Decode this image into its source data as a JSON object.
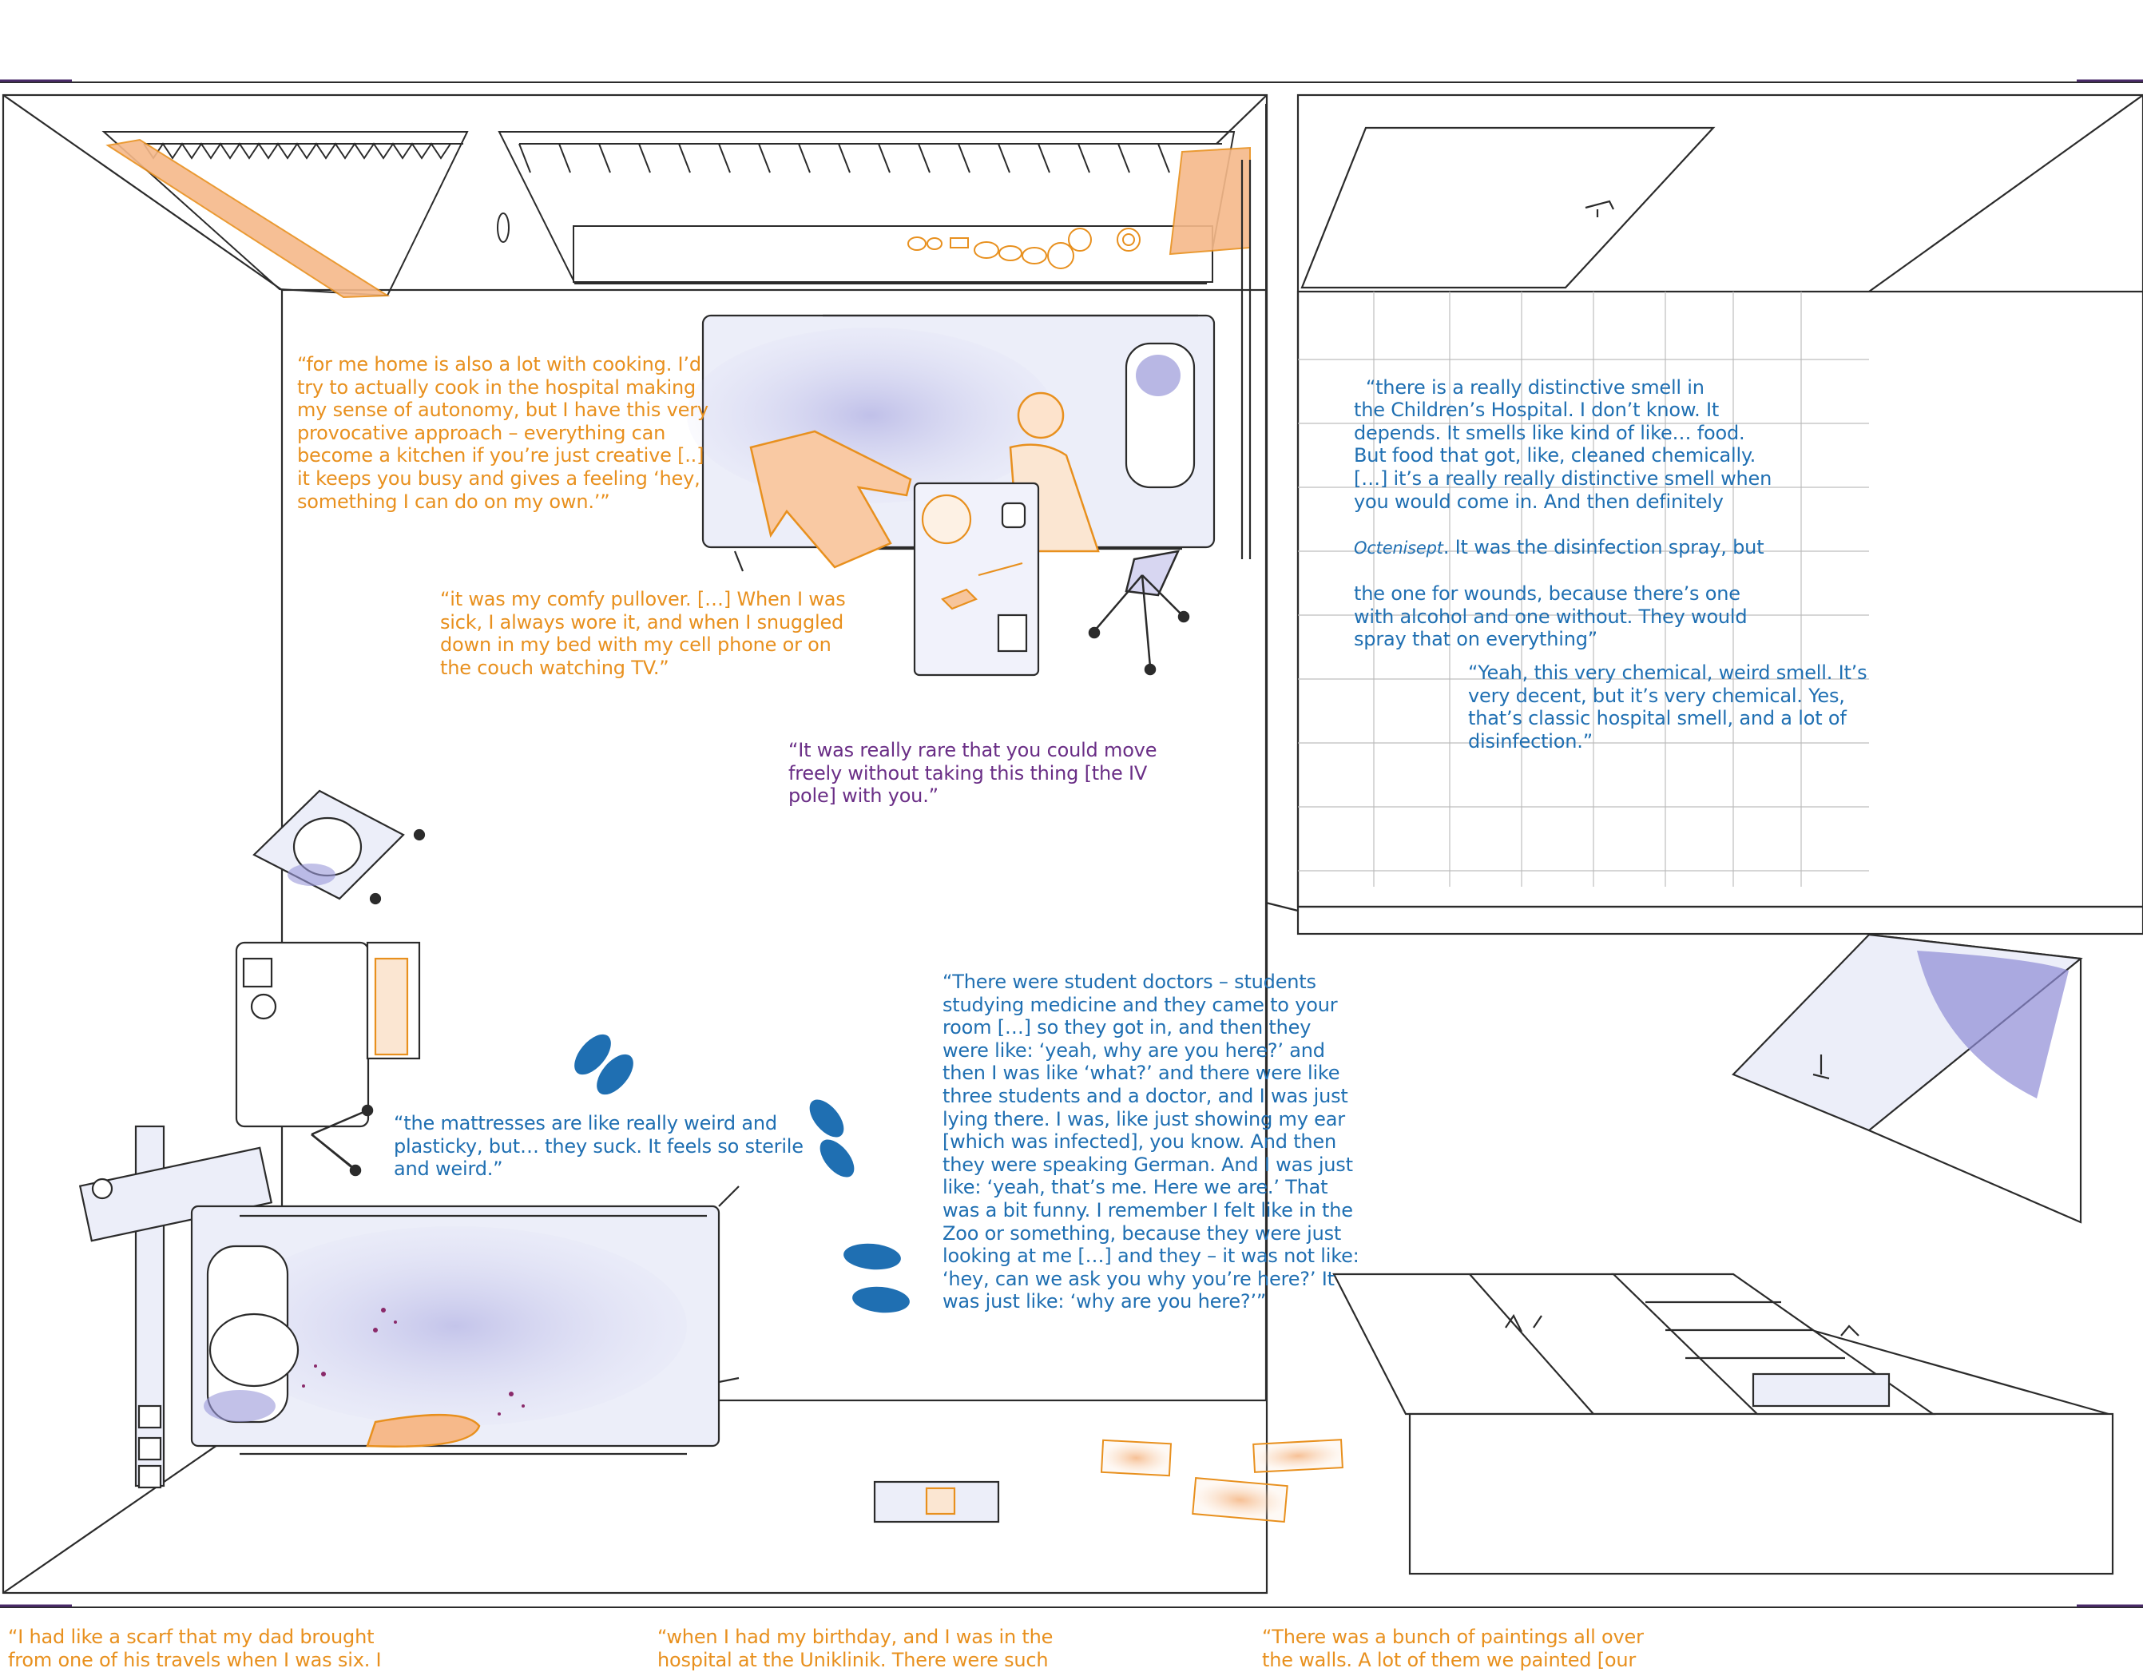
{
  "title_fragment": "",
  "colors": {
    "orange": "#e8901e",
    "blue": "#1f6fb2",
    "purple": "#6a2e86",
    "lavender": "#9a98d8",
    "line": "#2b2b2b",
    "frame": "#4a2a6a"
  },
  "quotes": {
    "cooking": "“for me home is also a lot with cooking. I’d\ntry to actually cook in the hospital making\nmy sense of autonomy, but I have this very\nprovocative approach – everything can\nbecome a kitchen if you’re just creative [..]\nit keeps you busy and gives a feeling ‘hey,\nsomething I can do on my own.’”",
    "pullover": "“it was my comfy pullover. […] When I was\nsick, I always wore it, and when I snuggled\ndown in my bed with my cell phone or on\nthe couch watching TV.”",
    "iv_pole": "“It was really rare that you could move\nfreely without taking this thing [the IV\npole] with you.”",
    "smell_part1": "“there is a really distinctive smell in\nthe Children’s Hospital. I don’t know. It\ndepends. It smells like kind of like… food.\nBut food that got, like, cleaned chemically.\n[…] it’s a really really distinctive smell when\nyou would come in. And then definitely",
    "smell_brand": "Octenisept",
    "smell_part2": ". It was the disinfection spray, but",
    "smell_part3": "the one for wounds, because there’s one\nwith alcohol and one without. They would\nspray that on everything”",
    "chemical": "“Yeah, this very chemical, weird smell. It’s\nvery decent, but it’s very chemical. Yes,\nthat’s classic hospital smell, and a lot of\ndisinfection.”",
    "students": "“There were student doctors – students\nstudying medicine and they came to your\nroom […] so they got in, and then they\nwere like: ‘yeah, why are you here?’ and\nthen I was like ‘what?’ and there were like\nthree students and a doctor, and I was just\nlying there. I was, like just showing my ear\n[which was infected], you know. And then\nthey were speaking German. And I was just\nlike: ‘yeah, that’s me. Here we are.’ That\nwas a bit funny. I remember I felt like in the\nZoo or something, because they were just\nlooking at me […] and they – it was not like:\n‘hey, can we ask you why you’re here?’ It\nwas just like: ‘why are you here?’”",
    "mattresses": "“the mattresses are like really weird and\nplasticky, but… they suck. It feels so sterile\nand weird.”",
    "scarf": "“I had like a scarf that my dad brought\nfrom one of his travels when I was six. I",
    "birthday": "“when I had my birthday, and I was in the\nhospital at the Uniklinik. There were such",
    "paintings": "“There was a bunch of paintings all over\nthe walls. A lot of them we painted [our"
  }
}
